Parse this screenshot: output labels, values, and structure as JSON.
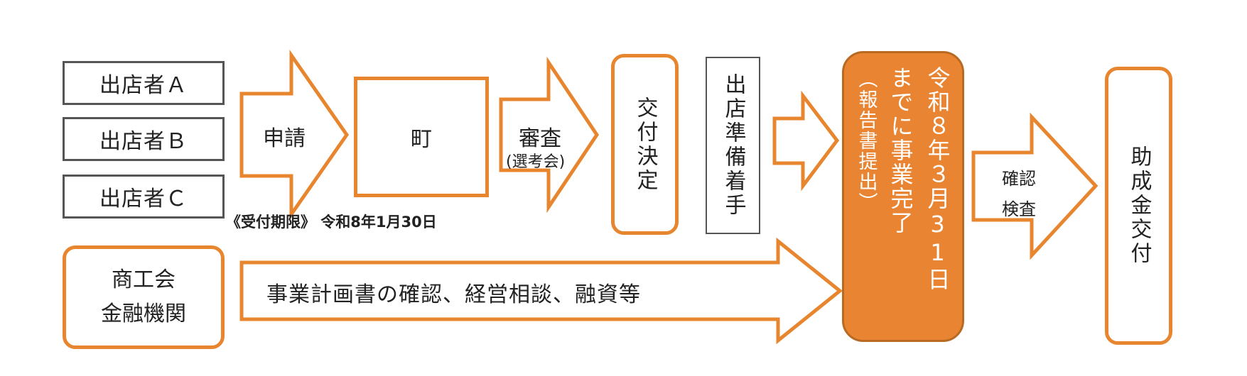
{
  "applicants": [
    "出店者Ａ",
    "出店者Ｂ",
    "出店者Ｃ"
  ],
  "application": {
    "label": "申請",
    "deadline_note": "《受付期限》 令和8年1月30日"
  },
  "town": "町",
  "review": {
    "label": "審査",
    "sub": "(選考会)"
  },
  "grant_decision": "交付決定",
  "prep_start": "出店準備着手",
  "completion": {
    "deadline": "令和８年３月31日",
    "event": "までに事業完了",
    "sub": "（報告書提出）"
  },
  "inspection": {
    "line1": "確認",
    "line2": "検査"
  },
  "payment": "助成金交付",
  "support": {
    "org_line1": "商工会",
    "org_line2": "金融機関",
    "activities": "事業計画書の確認、経営相談、融資等"
  },
  "colors": {
    "accent": "#e8862f",
    "completion_fill": "#e98532",
    "box_border": "#555555"
  }
}
